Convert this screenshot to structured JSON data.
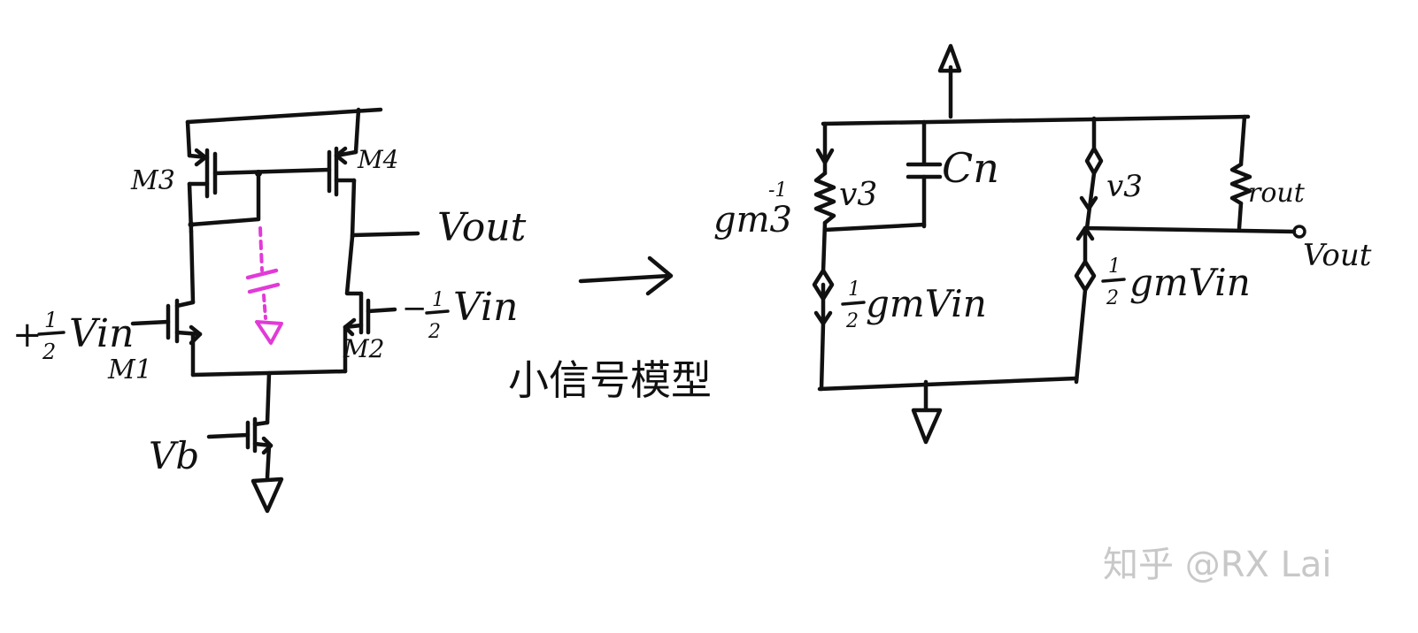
{
  "colors": {
    "ink": "#111111",
    "highlight": "#e23ad8",
    "watermark": "#c8c8c8",
    "background": "#ffffff"
  },
  "left_circuit": {
    "labels": {
      "m3": "M3",
      "m4": "M4",
      "m1": "M1",
      "m2": "M2",
      "vout": "Vout",
      "vin_pos_sign": "+",
      "vin_neg_sign": "−",
      "half_num": "1",
      "half_den": "2",
      "vin": "Vin",
      "vb": "Vb"
    }
  },
  "arrow_caption": "小信号模型",
  "right_circuit": {
    "labels": {
      "gm3": "gm3",
      "gm3_exp": "-1",
      "v3_left": "v3",
      "cn": "Cn",
      "half_num": "1",
      "half_den": "2",
      "gmvin_left": "gmVin",
      "v3_right": "v3",
      "rout": "rout",
      "gmvin_right": "gmVin",
      "vout": "Vout"
    }
  },
  "watermark": {
    "text": "知乎 @RX Lai"
  }
}
